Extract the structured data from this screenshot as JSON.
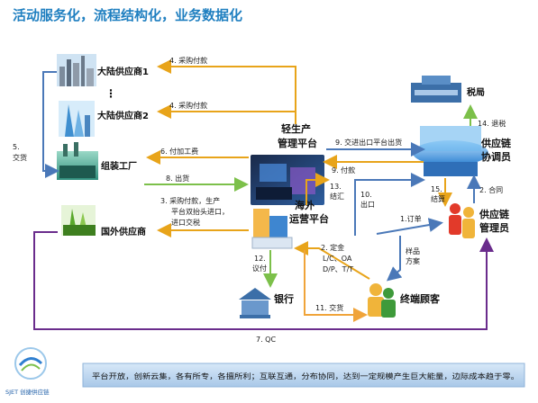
{
  "title": "活动服务化，流程结构化，业务数据化",
  "nodes": {
    "supplier1": "大陆供应商1",
    "supplier2": "大陆供应商2",
    "assembly": "组装工厂",
    "foreign_supplier": "国外供应商",
    "light_platform_line1": "轻生产",
    "light_platform_line2": "管理平台",
    "overseas_platform_line1": "海外",
    "overseas_platform_line2": "运营平台",
    "tax_bureau": "税局",
    "coordinator_line1": "供应链",
    "coordinator_line2": "协调员",
    "manager_line1": "供应链",
    "manager_line2": "管理员",
    "bank": "银行",
    "customer": "终端顾客",
    "ellipsis": "⋮"
  },
  "edges": {
    "e4a": "4. 采购付款",
    "e4b": "4. 采购付款",
    "e5_line1": "5.",
    "e5_line2": "交货",
    "e6": "6. 付加工费",
    "e8": "8. 出货",
    "e3_line1": "3. 采购付款，生产",
    "e3_line2": "平台双抬头进口，",
    "e3_line3": "进口交税",
    "e9a": "9. 交进出口平台出货",
    "e9b": "9. 付款",
    "e13_line1": "13.",
    "e13_line2": "结汇",
    "e10_line1": "10.",
    "e10_line2": "出口",
    "e14": "14. 退税",
    "e15_line1": "15.",
    "e15_line2": "结算",
    "e2c": "2. 合同",
    "e1_line1": "1.订单",
    "e_sample_line1": "样品",
    "e_sample_line2": "方案",
    "e2_line1": "2. 定金",
    "e2_line2": "L/C、OA",
    "e2_line3": "D/P、T/T",
    "e12_line1": "12.",
    "e12_line2": "议付",
    "e11": "11. 交货",
    "e7": "7. QC"
  },
  "banner": "平台开放，创新云集，各有所专，各擅所利；互联互通，分布协同，达到一定规模产生巨大能量，边际成本趋于零。",
  "logo": {
    "text": "SJET 创捷供应链"
  },
  "colors": {
    "title": "#1f7fc0",
    "arrow_yellow": "#e8a41a",
    "arrow_green": "#7cc04a",
    "arrow_blue": "#4a78b8",
    "arrow_purple": "#6a2c8c",
    "arrow_orange": "#f0a43a",
    "banner_bg": "#b7d3ee"
  }
}
